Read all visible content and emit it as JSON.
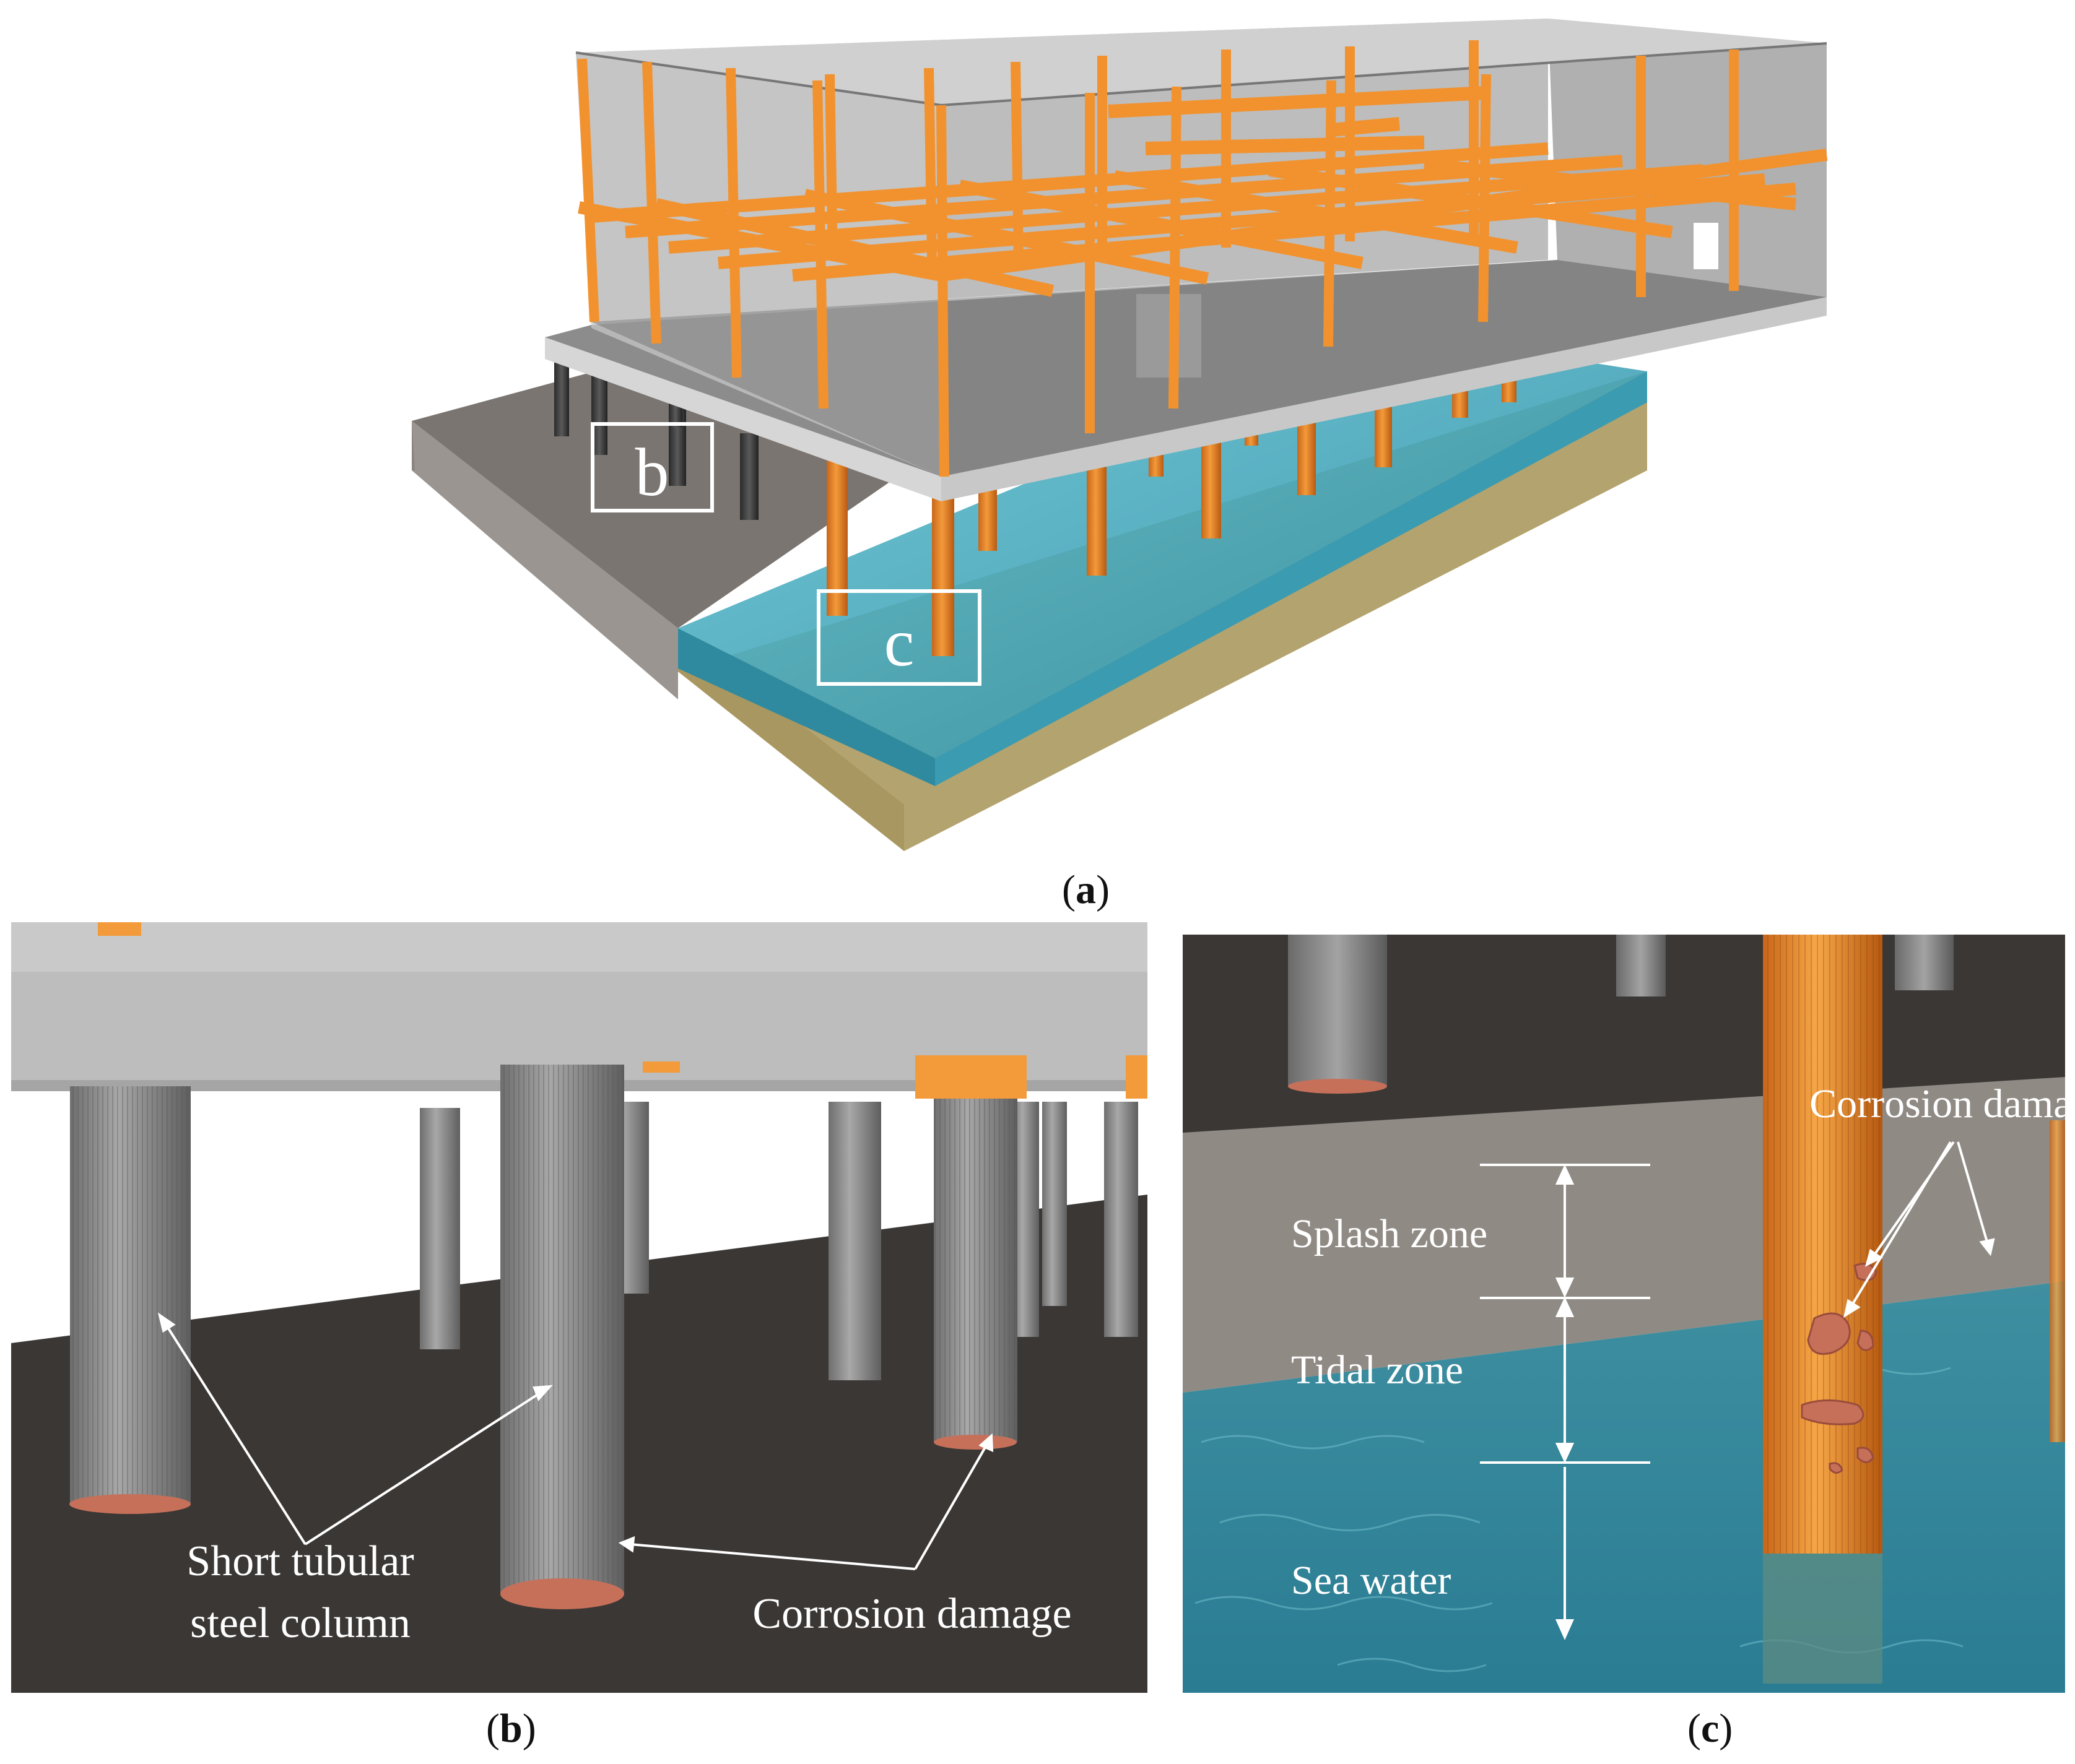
{
  "figure": {
    "panel_a": {
      "caption_open": "(",
      "caption_letter": "a",
      "caption_close": ")",
      "inset_b_label": "b",
      "inset_c_label": "c"
    },
    "panel_b": {
      "caption_open": "(",
      "caption_letter": "b",
      "caption_close": ")",
      "label_column_line1": "Short tubular",
      "label_column_line2": "steel column",
      "label_corrosion": "Corrosion  damage"
    },
    "panel_c": {
      "caption_open": "(",
      "caption_letter": "c",
      "caption_close": ")",
      "label_corrosion": "Corrosion  damage",
      "label_splash": "Splash zone",
      "label_tidal": "Tidal zone",
      "label_sea": "Sea water"
    }
  },
  "colors": {
    "steel_orange": "#f2922e",
    "concrete_gray": "#b3b3b3",
    "water_teal": "#3f9fb2",
    "soil_khaki": "#b4a36c",
    "corrosion": "#c6705a"
  }
}
